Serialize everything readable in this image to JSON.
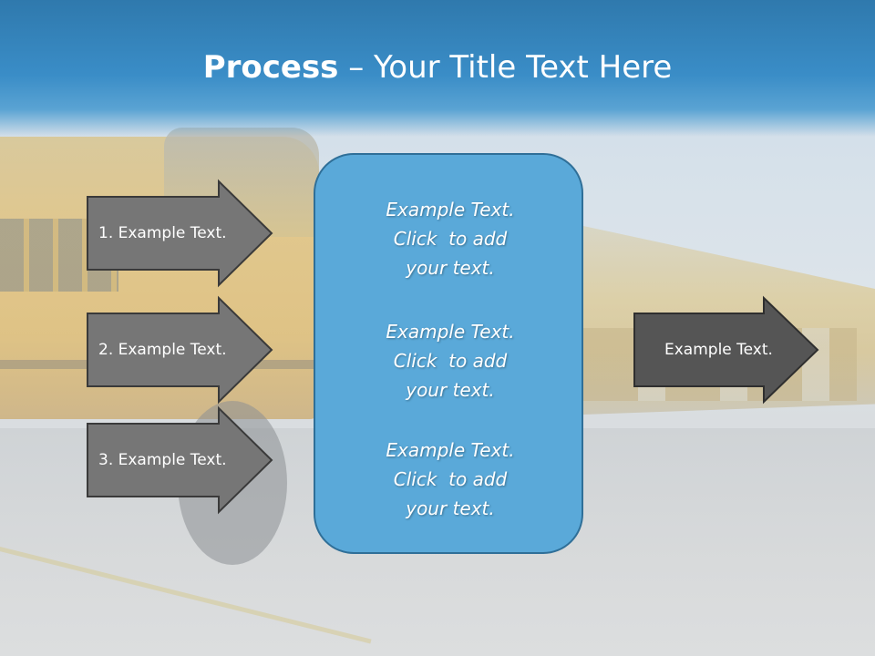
{
  "title": {
    "bold": "Process",
    "rest": " – Your Title Text Here"
  },
  "left_arrows": [
    {
      "label": "1. Example Text."
    },
    {
      "label": "2. Example Text."
    },
    {
      "label": "3. Example Text."
    }
  ],
  "right_arrow": {
    "label": "Example Text."
  },
  "center_panel": {
    "blocks": [
      {
        "lines": [
          "Example Text.",
          "Click  to add",
          "your text."
        ]
      },
      {
        "lines": [
          "Example Text.",
          "Click  to add",
          "your text."
        ]
      },
      {
        "lines": [
          "Example Text.",
          "Click  to add",
          "your text."
        ]
      }
    ]
  },
  "colors": {
    "title_bar": "#3a8dc7",
    "arrow_fill_light": "#7a7a7a",
    "arrow_fill_dark": "#555555",
    "panel_fill": "#5aa9d9",
    "panel_border": "#2f6f98"
  }
}
